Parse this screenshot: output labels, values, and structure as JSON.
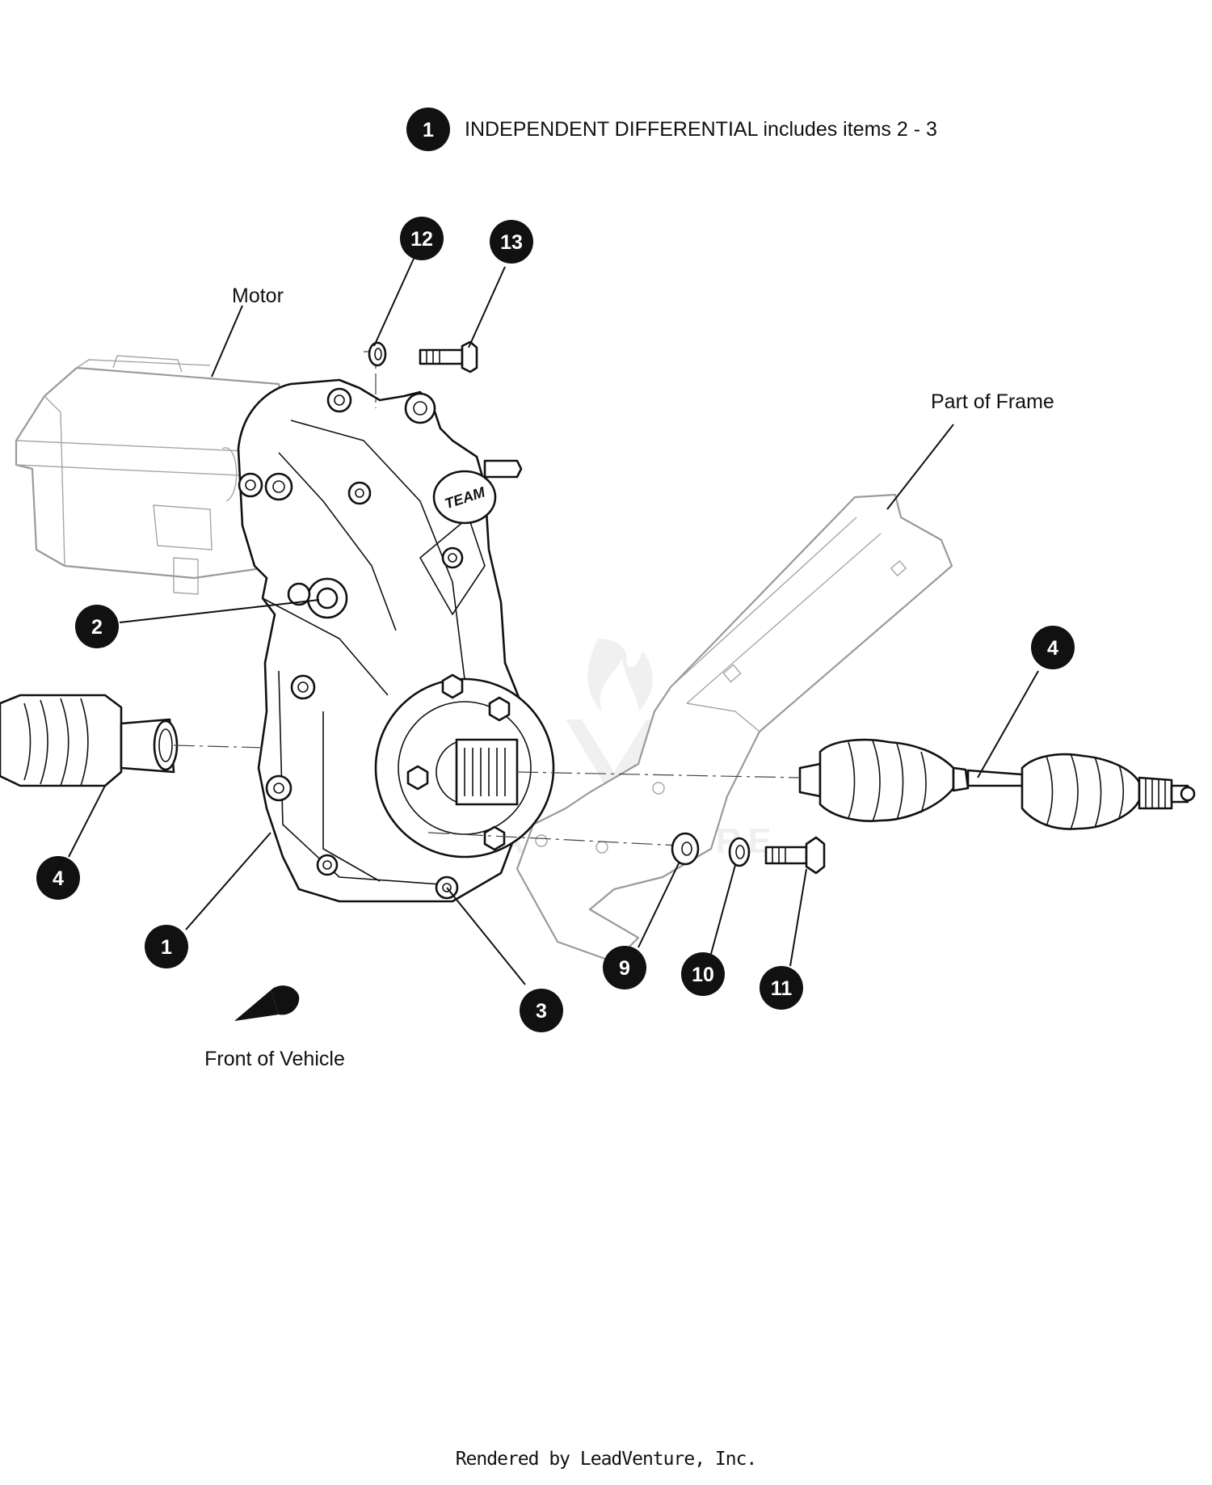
{
  "header": {
    "callout_number": "1",
    "description": "INDEPENDENT DIFFERENTIAL includes items 2 - 3"
  },
  "labels": {
    "motor": "Motor",
    "frame": "Part of Frame",
    "front": "Front of Vehicle"
  },
  "callouts": [
    {
      "id": "callout-12",
      "number": "12"
    },
    {
      "id": "callout-13",
      "number": "13"
    },
    {
      "id": "callout-2",
      "number": "2"
    },
    {
      "id": "callout-4-right",
      "number": "4"
    },
    {
      "id": "callout-4-left",
      "number": "4"
    },
    {
      "id": "callout-1",
      "number": "1"
    },
    {
      "id": "callout-3",
      "number": "3"
    },
    {
      "id": "callout-9",
      "number": "9"
    },
    {
      "id": "callout-10",
      "number": "10"
    },
    {
      "id": "callout-11",
      "number": "11"
    }
  ],
  "casting_mark": "TEAM",
  "watermark": "LEADVENTURE",
  "footer": "Rendered by LeadVenture, Inc."
}
